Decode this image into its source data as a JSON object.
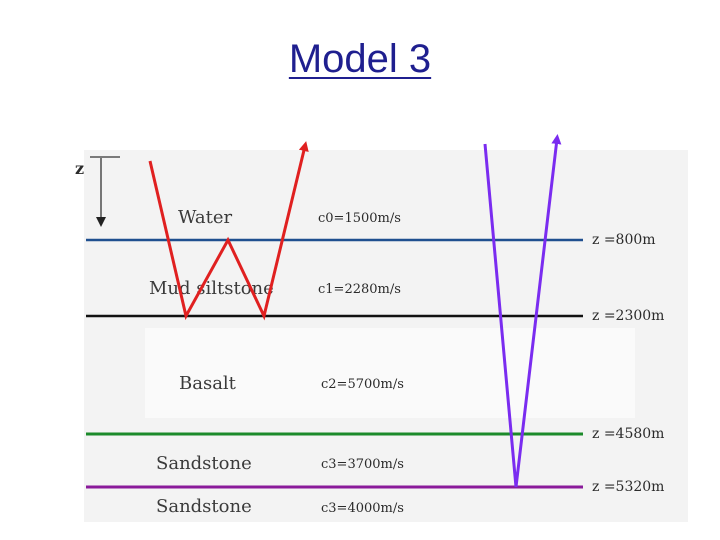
{
  "slide": {
    "title": "Model 3"
  },
  "diagram": {
    "axis_label": "z",
    "layers": [
      {
        "name": "Water",
        "velocity": "c0=1500m/s"
      },
      {
        "name": "Mud siltstone",
        "velocity": "c1=2280m/s"
      },
      {
        "name": "Basalt",
        "velocity": "c2=5700m/s"
      },
      {
        "name": "Sandstone",
        "velocity": "c3=3700m/s"
      },
      {
        "name": "Sandstone",
        "velocity": "c3=4000m/s"
      }
    ],
    "interfaces": [
      {
        "depth_label": "z =800m",
        "color": "#1f4f8f"
      },
      {
        "depth_label": "z =2300m",
        "color": "#111111"
      },
      {
        "depth_label": "z =4580m",
        "color": "#1b8a2a"
      },
      {
        "depth_label": "z =5320m",
        "color": "#8a1a9a"
      }
    ],
    "ray_paths": [
      {
        "name": "red-ray",
        "color": "#e02020"
      },
      {
        "name": "purple-ray",
        "color": "#7a2cf0"
      }
    ],
    "panel_background": "#f3f3f3"
  }
}
